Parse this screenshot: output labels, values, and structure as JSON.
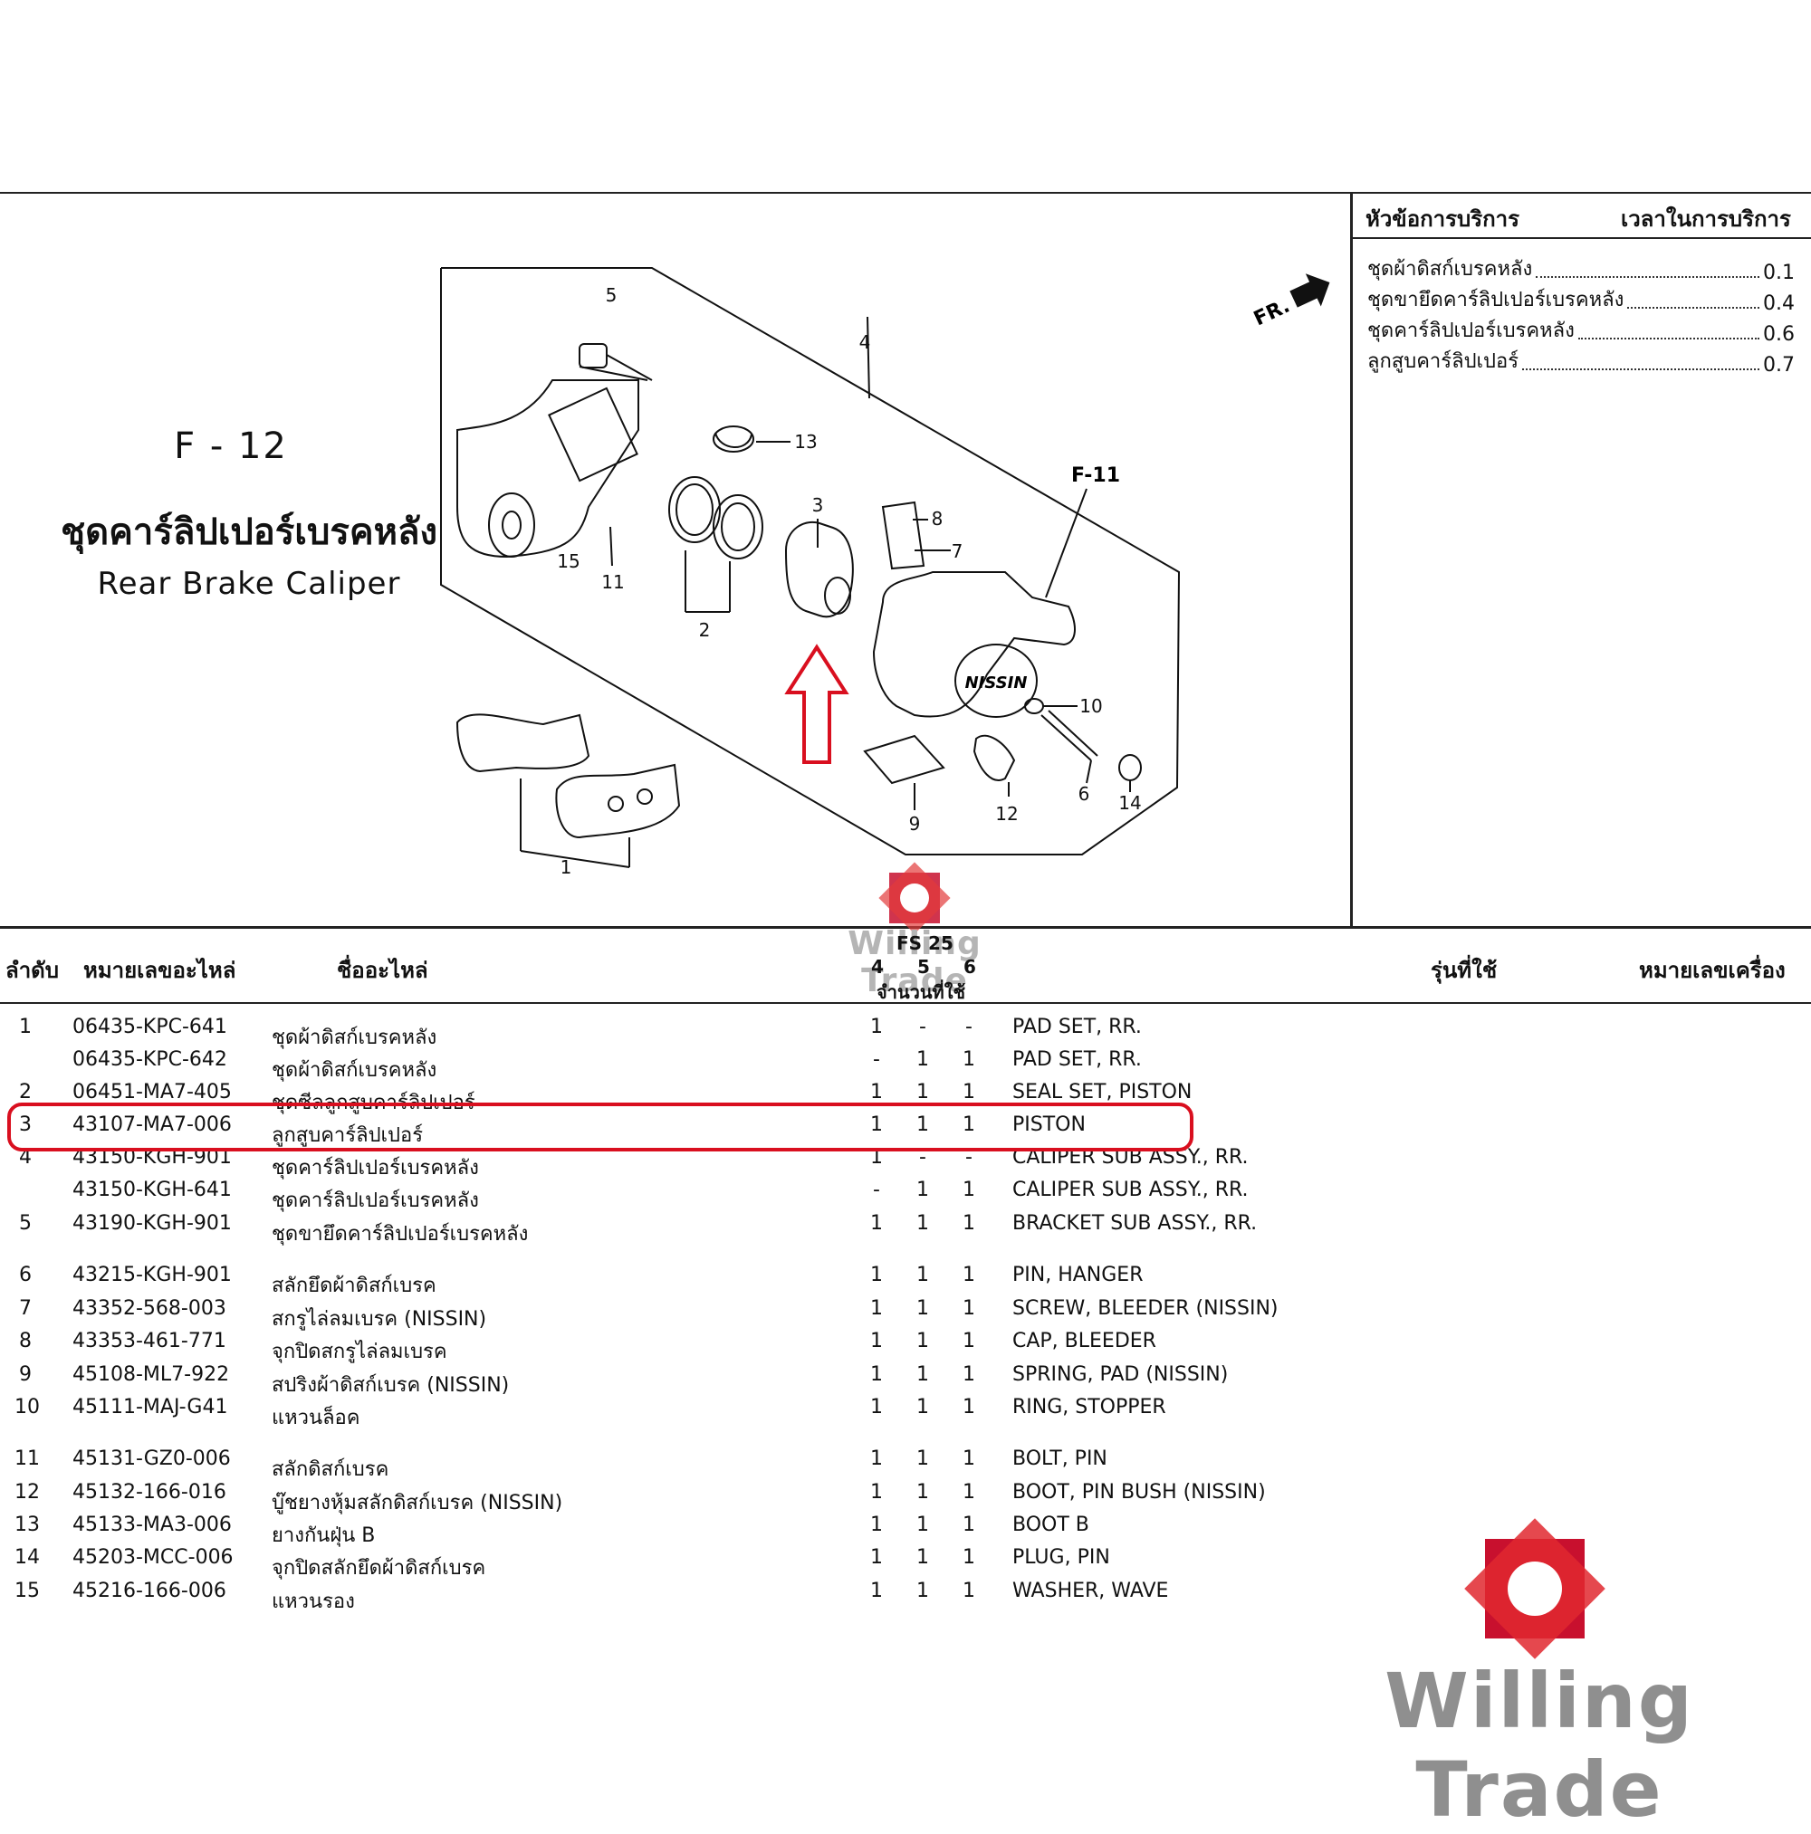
{
  "figure": {
    "code": "F - 12",
    "title_th": "ชุดคาร์ลิปเปอร์เบรคหลัง",
    "title_en": "Rear Brake Caliper",
    "front_marker": "FR.",
    "ref_figure": "F-11",
    "callouts": [
      "1",
      "2",
      "3",
      "4",
      "5",
      "6",
      "7",
      "8",
      "9",
      "10",
      "11",
      "12",
      "13",
      "14",
      "15"
    ],
    "brand_mark": "NISSIN"
  },
  "service": {
    "header_item": "หัวข้อการบริการ",
    "header_time": "เวลาในการบริการ",
    "items": [
      {
        "name": "ชุดผ้าดิสก์เบรคหลัง",
        "time": "0.1"
      },
      {
        "name": "ชุดขายึดคาร์ลิปเปอร์เบรคหลัง",
        "time": "0.4"
      },
      {
        "name": "ชุดคาร์ลิปเปอร์เบรคหลัง",
        "time": "0.6"
      },
      {
        "name": "ลูกสูบคาร์ลิปเปอร์",
        "time": "0.7"
      }
    ]
  },
  "table": {
    "headers": {
      "no": "ลำดับ",
      "part_no": "หมายเลขอะไหล่",
      "name": "ชื่ออะไหล่",
      "model_code": "FS 25",
      "qty_cols": [
        "4",
        "5",
        "6"
      ],
      "qty": "จำนวนที่ใช้",
      "model": "รุ่นที่ใช้",
      "engine": "หมายเลขเครื่อง"
    },
    "rows": [
      {
        "no": "1",
        "part": "06435-KPC-641",
        "name": "ชุดผ้าดิสก์เบรคหลัง",
        "q4": "1",
        "q5": "-",
        "q6": "-",
        "en": "PAD SET, RR."
      },
      {
        "no": "",
        "part": "06435-KPC-642",
        "name": "ชุดผ้าดิสก์เบรคหลัง",
        "q4": "-",
        "q5": "1",
        "q6": "1",
        "en": "PAD SET, RR."
      },
      {
        "no": "2",
        "part": "06451-MA7-405",
        "name": "ชุดซีลลูกสูบคาร์ลิปเปอร์",
        "q4": "1",
        "q5": "1",
        "q6": "1",
        "en": "SEAL SET, PISTON"
      },
      {
        "no": "3",
        "part": "43107-MA7-006",
        "name": "ลูกสูบคาร์ลิปเปอร์",
        "q4": "1",
        "q5": "1",
        "q6": "1",
        "en": "PISTON"
      },
      {
        "no": "4",
        "part": "43150-KGH-901",
        "name": "ชุดคาร์ลิปเปอร์เบรคหลัง",
        "q4": "1",
        "q5": "-",
        "q6": "-",
        "en": "CALIPER SUB ASSY., RR."
      },
      {
        "no": "",
        "part": "43150-KGH-641",
        "name": "ชุดคาร์ลิปเปอร์เบรคหลัง",
        "q4": "-",
        "q5": "1",
        "q6": "1",
        "en": "CALIPER SUB ASSY., RR."
      },
      {
        "no": "5",
        "part": "43190-KGH-901",
        "name": "ชุดขายึดคาร์ลิปเปอร์เบรคหลัง",
        "q4": "1",
        "q5": "1",
        "q6": "1",
        "en": "BRACKET SUB ASSY., RR."
      },
      {
        "no": "6",
        "part": "43215-KGH-901",
        "name": "สลักยึดผ้าดิสก์เบรค",
        "q4": "1",
        "q5": "1",
        "q6": "1",
        "en": "PIN, HANGER"
      },
      {
        "no": "7",
        "part": "43352-568-003",
        "name": "สกรูไล่ลมเบรค (NISSIN)",
        "q4": "1",
        "q5": "1",
        "q6": "1",
        "en": "SCREW, BLEEDER (NISSIN)"
      },
      {
        "no": "8",
        "part": "43353-461-771",
        "name": "จุกปิดสกรูไล่ลมเบรค",
        "q4": "1",
        "q5": "1",
        "q6": "1",
        "en": "CAP, BLEEDER"
      },
      {
        "no": "9",
        "part": "45108-ML7-922",
        "name": "สปริงผ้าดิสก์เบรค (NISSIN)",
        "q4": "1",
        "q5": "1",
        "q6": "1",
        "en": "SPRING, PAD (NISSIN)"
      },
      {
        "no": "10",
        "part": "45111-MAJ-G41",
        "name": "แหวนล็อค",
        "q4": "1",
        "q5": "1",
        "q6": "1",
        "en": "RING, STOPPER"
      },
      {
        "no": "11",
        "part": "45131-GZ0-006",
        "name": "สลักดิสก์เบรค",
        "q4": "1",
        "q5": "1",
        "q6": "1",
        "en": "BOLT, PIN"
      },
      {
        "no": "12",
        "part": "45132-166-016",
        "name": "บู๊ชยางหุ้มสลักดิสก์เบรค (NISSIN)",
        "q4": "1",
        "q5": "1",
        "q6": "1",
        "en": "BOOT, PIN BUSH (NISSIN)"
      },
      {
        "no": "13",
        "part": "45133-MA3-006",
        "name": "ยางกันฝุ่น B",
        "q4": "1",
        "q5": "1",
        "q6": "1",
        "en": "BOOT B"
      },
      {
        "no": "14",
        "part": "45203-MCC-006",
        "name": "จุกปิดสลักยึดผ้าดิสก์เบรค",
        "q4": "1",
        "q5": "1",
        "q6": "1",
        "en": "PLUG, PIN"
      },
      {
        "no": "15",
        "part": "45216-166-006",
        "name": "แหวนรอง",
        "q4": "1",
        "q5": "1",
        "q6": "1",
        "en": "WASHER, WAVE"
      }
    ]
  },
  "watermark": {
    "text": "Willing Trade"
  },
  "colors": {
    "highlight": "#d90f1f",
    "arrow": "#d90f1f",
    "logo_red": "#c8102e",
    "watermark_gray": "#8f8f8f"
  }
}
